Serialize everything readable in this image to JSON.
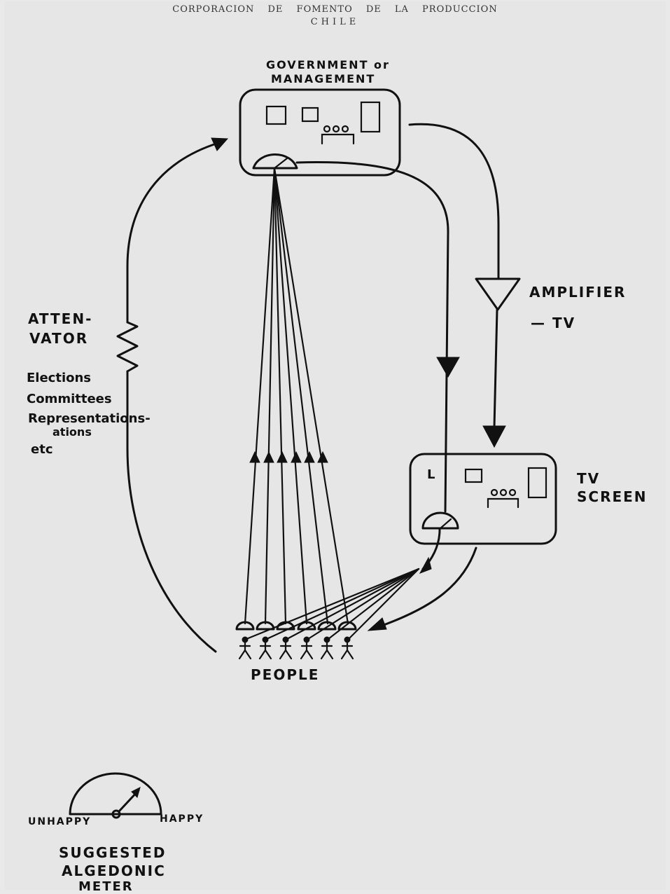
{
  "letterhead": {
    "line1": "CORPORACION DE FOMENTO DE LA PRODUCCION",
    "line2": "CHILE"
  },
  "labels": {
    "government": "GOVERNMENT or",
    "management": "MANAGEMENT",
    "amplifier": "AMPLIFIER",
    "amplifier_tv": "— TV",
    "attenuator_1": "ATTEN-",
    "attenuator_2": "VATOR",
    "elections": "Elections",
    "committees": "Committees",
    "representations_1": "Representations-",
    "representations_2": "ations",
    "etc": "etc",
    "tv_screen_1": "TV",
    "tv_screen_2": "SCREEN",
    "tv_box_letter": "L",
    "people": "PEOPLE",
    "unhappy": "UNHAPPY",
    "happy": "HAPPY",
    "suggested": "SUGGESTED",
    "algedonic": "ALGEDONIC",
    "meter": "METER"
  },
  "colors": {
    "ink": "#111111",
    "paper": "#e6e6e6"
  }
}
